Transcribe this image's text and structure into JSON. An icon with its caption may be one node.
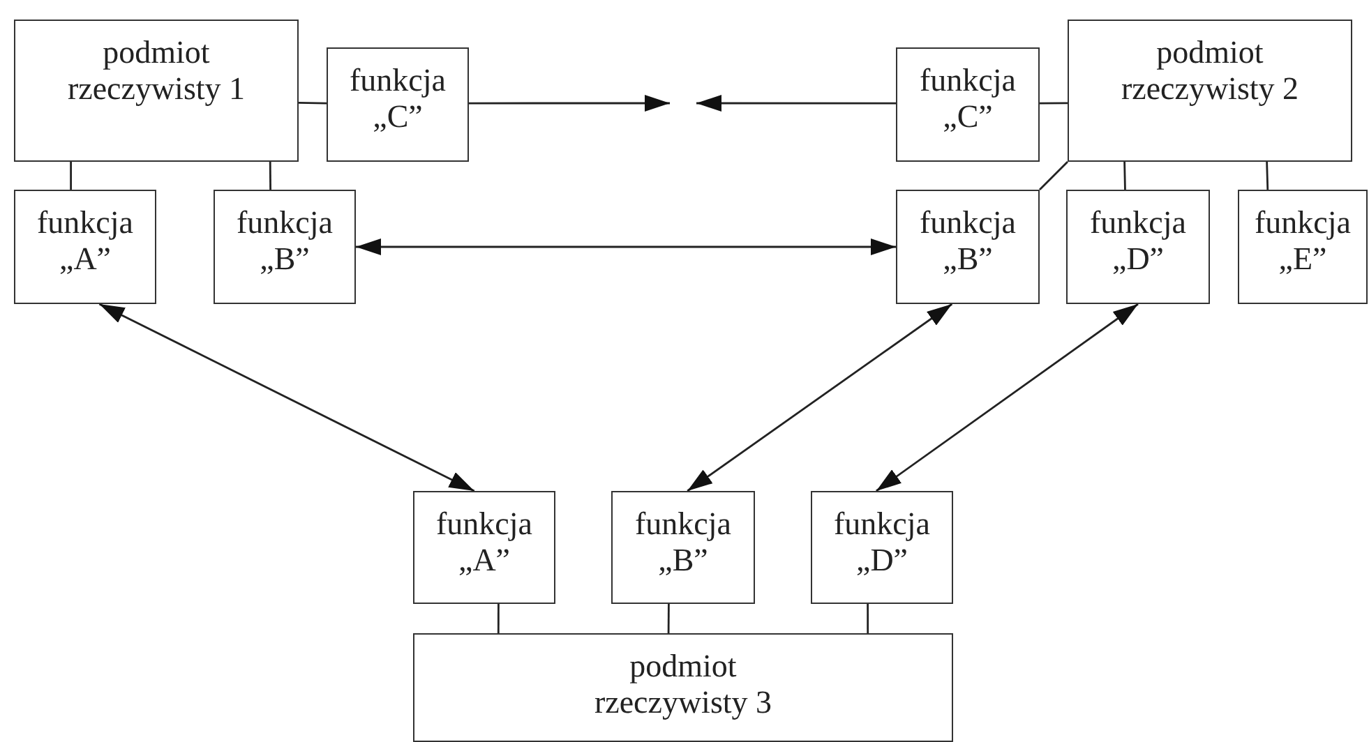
{
  "diagram": {
    "nodes": [
      {
        "text": [
          "podmiot rzeczywisty 1"
        ]
      },
      {
        "text": [
          "funkcja „C”"
        ]
      },
      {
        "text": [
          "funkcja „A”"
        ]
      },
      {
        "text": [
          "funkcja „B”"
        ]
      },
      {
        "text": [
          "funkcja „C”"
        ]
      },
      {
        "text": [
          "podmiot rzeczywisty 2"
        ]
      },
      {
        "text": [
          "funkcja „B”"
        ]
      },
      {
        "text": [
          "funkcja „D”"
        ]
      },
      {
        "text": [
          "funkcja „E”"
        ]
      },
      {
        "text": [
          "funkcja „A”"
        ]
      },
      {
        "text": [
          "funkcja „B”"
        ]
      },
      {
        "text": [
          "funkcja „D”"
        ]
      },
      {
        "text": [
          "podmiot rzeczywisty 3"
        ]
      }
    ],
    "edges": [
      {
        "from": 0,
        "to": 1,
        "arrow": "none"
      },
      {
        "from": 0,
        "to": 2,
        "arrow": "none"
      },
      {
        "from": 0,
        "to": 3,
        "arrow": "none"
      },
      {
        "from": 1,
        "to": null,
        "arrow": "to"
      },
      {
        "from": 4,
        "to": null,
        "arrow": "to"
      },
      {
        "from": 5,
        "to": 4,
        "arrow": "none"
      },
      {
        "from": 3,
        "to": 6,
        "arrow": "both"
      },
      {
        "from": 5,
        "to": 6,
        "arrow": "none"
      },
      {
        "from": 5,
        "to": 7,
        "arrow": "none"
      },
      {
        "from": 5,
        "to": 8,
        "arrow": "none"
      },
      {
        "from": 2,
        "to": 9,
        "arrow": "both"
      },
      {
        "from": 6,
        "to": 10,
        "arrow": "both"
      },
      {
        "from": 7,
        "to": 11,
        "arrow": "both"
      },
      {
        "from": 12,
        "to": 9,
        "arrow": "none"
      },
      {
        "from": 12,
        "to": 10,
        "arrow": "none"
      },
      {
        "from": 12,
        "to": 11,
        "arrow": "none"
      }
    ]
  }
}
